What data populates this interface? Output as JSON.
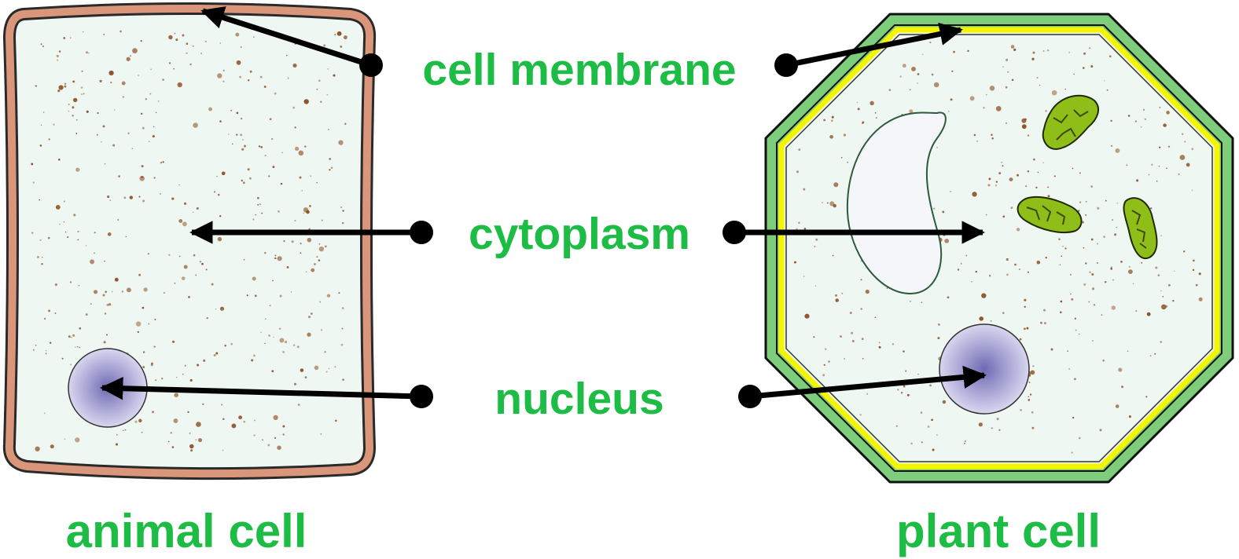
{
  "labels": {
    "cell_membrane": "cell membrane",
    "cytoplasm": "cytoplasm",
    "nucleus": "nucleus"
  },
  "captions": {
    "animal_cell": "animal cell",
    "plant_cell": "plant cell"
  },
  "colors": {
    "label_green": "#1dbd45",
    "cytoplasm_fill": "#eef7f1",
    "animal_membrane": "#d9967a",
    "cell_wall": "#7dcd7d",
    "plant_membrane": "#f5f500",
    "nucleus_center": "#6e6ab2",
    "nucleus_edge": "#d8d6ee",
    "chloroplast": "#8fbe18",
    "vacuole": "#f4f6f9",
    "speckle": "#8a4a1f",
    "arrow": "#000000"
  }
}
